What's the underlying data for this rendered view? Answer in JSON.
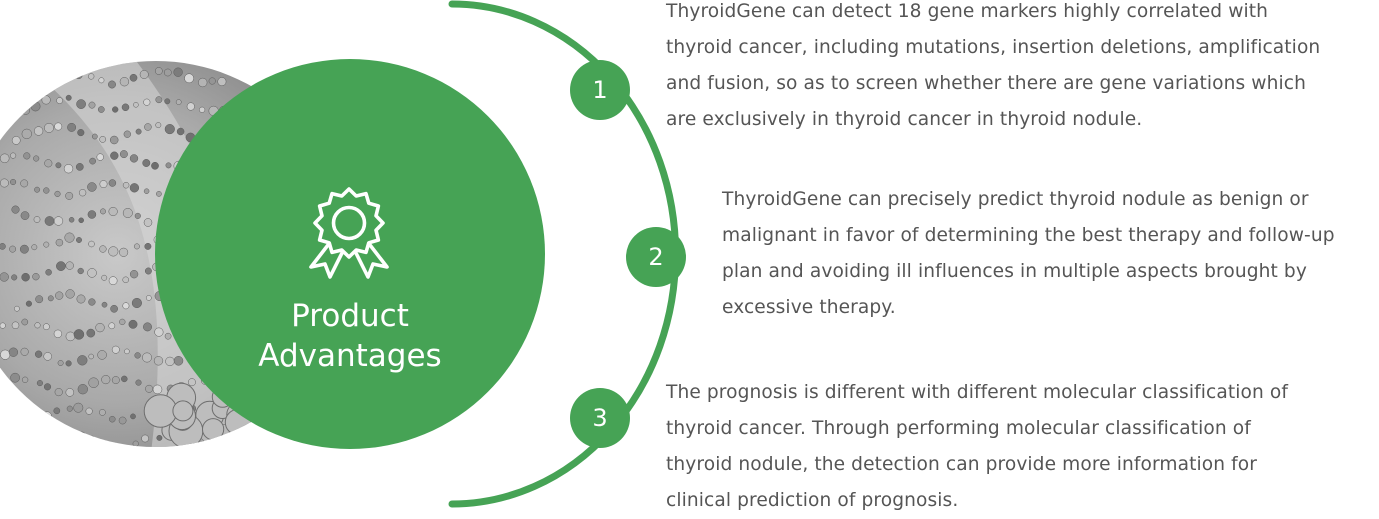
{
  "accent_color": "#46a355",
  "center": {
    "icon": "award-ribbon-icon",
    "title_line1": "Product",
    "title_line2": "Advantages"
  },
  "advantages": [
    {
      "number": "1",
      "lines": [
        "ThyroidGene can detect 18 gene markers highly correlated with",
        "thyroid cancer, including mutations, insertion deletions, amplification",
        "and fusion, so as to screen whether there are gene variations which",
        "are exclusively in thyroid cancer in thyroid nodule."
      ]
    },
    {
      "number": "2",
      "lines": [
        "ThyroidGene can precisely predict thyroid nodule as benign or",
        "malignant in favor of determining the best therapy and follow-up",
        "plan and avoiding ill influences in multiple aspects brought by",
        "excessive therapy."
      ]
    },
    {
      "number": "3",
      "lines": [
        "The prognosis is different with different molecular classification of",
        "thyroid cancer. Through performing molecular classification of",
        "thyroid nodule, the detection can provide more information for",
        "clinical prediction of prognosis."
      ]
    }
  ]
}
